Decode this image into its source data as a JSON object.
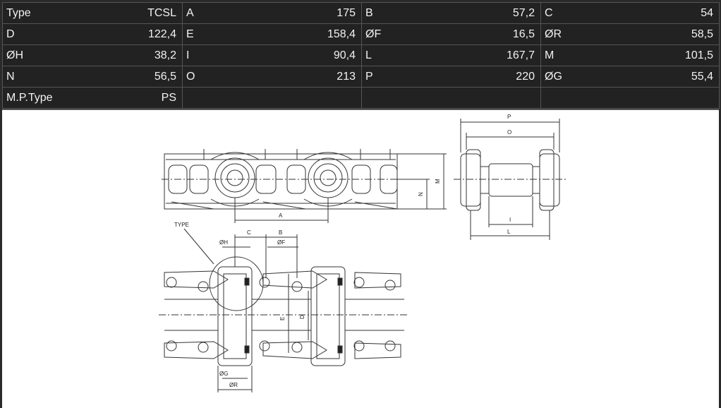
{
  "spec_rows": [
    [
      {
        "label": "Type",
        "value": "TCSL"
      },
      {
        "label": "A",
        "value": "175"
      },
      {
        "label": "B",
        "value": "57,2"
      },
      {
        "label": "C",
        "value": "54"
      }
    ],
    [
      {
        "label": "D",
        "value": "122,4"
      },
      {
        "label": "E",
        "value": "158,4"
      },
      {
        "label": "ØF",
        "value": "16,5"
      },
      {
        "label": "ØR",
        "value": "58,5"
      }
    ],
    [
      {
        "label": "ØH",
        "value": "38,2"
      },
      {
        "label": "I",
        "value": "90,4"
      },
      {
        "label": "L",
        "value": "167,7"
      },
      {
        "label": "M",
        "value": "101,5"
      }
    ],
    [
      {
        "label": "N",
        "value": "56,5"
      },
      {
        "label": "O",
        "value": "213"
      },
      {
        "label": "P",
        "value": "220"
      },
      {
        "label": "ØG",
        "value": "55,4"
      }
    ],
    [
      {
        "label": "M.P.Type",
        "value": "PS"
      },
      {
        "label": "",
        "value": ""
      },
      {
        "label": "",
        "value": ""
      },
      {
        "label": "",
        "value": ""
      }
    ]
  ],
  "drawing_labels": {
    "A_bottom": "A",
    "M_side": "M",
    "N_side": "N",
    "P_top": "P",
    "O_top": "O",
    "I_bottom": "I",
    "L_bottom": "L",
    "type_callout": "TYPE",
    "C_dim": "C",
    "B_dim": "B",
    "H_dim": "ØH",
    "F_dim": "ØF",
    "E_dim": "E",
    "D_dim": "D",
    "G_dim": "ØG",
    "R_dim": "ØR"
  }
}
